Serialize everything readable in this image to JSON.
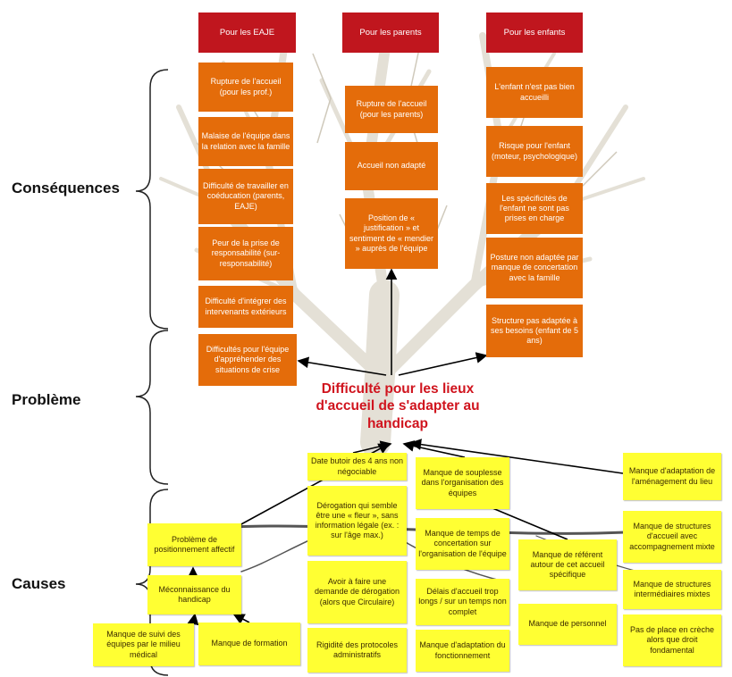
{
  "labels": {
    "consequences": "Conséquences",
    "probleme": "Problème",
    "causes": "Causes"
  },
  "problem": "Difficulté pour les lieux d'accueil de s'adapter au handicap",
  "headers": [
    "Pour les EAJE",
    "Pour les parents",
    "Pour les enfants"
  ],
  "consequences": {
    "eaje": [
      "Rupture de l'accueil (pour les prof.)",
      "Malaise de l'équipe dans la relation avec la famille",
      "Difficulté de travailler en coéducation (parents, EAJE)",
      "Peur de la prise de responsabilité (sur-responsabilité)",
      "Difficulté d'intégrer des intervenants extérieurs",
      "Difficultés pour l'équipe d'appréhender des situations de crise"
    ],
    "parents": [
      "Rupture de l'accueil (pour les parents)",
      "Accueil non adapté",
      "Position de « justification » et sentiment de « mendier » auprès de l'équipe"
    ],
    "enfants": [
      "L'enfant n'est pas bien accueilli",
      "Risque pour l'enfant (moteur, psychologique)",
      "Les spécificités de l'enfant ne sont pas prises en charge",
      "Posture non adaptée par manque de concertation avec la famille",
      "Structure pas adaptée à ses besoins (enfant de 5 ans)"
    ]
  },
  "causes": {
    "left": [
      "Problème de positionnement affectif",
      "Méconnaissance du handicap",
      "Manque de suivi des équipes par le milieu médical",
      "Manque de formation"
    ],
    "center1": [
      "Date butoir des 4 ans non négociable",
      "Dérogation qui semble être une « fleur », sans information légale (ex. : sur l'âge max.)",
      "Avoir à faire une demande de dérogation (alors que Circulaire)",
      "Rigidité des protocoles administratifs"
    ],
    "center2": [
      "Manque de souplesse dans l'organisation des équipes",
      "Manque de temps de concertation sur l'organisation de l'équipe",
      "Délais d'accueil trop longs / sur un temps non complet",
      "Manque d'adaptation du fonctionnement"
    ],
    "center3": [
      "Manque de référent autour de cet accueil spécifique",
      "Manque de personnel"
    ],
    "right": [
      "Manque d'adaptation de l'aménagement du lieu",
      "Manque de structures d'accueil avec accompagnement mixte",
      "Manque de structures intermédiaires mixtes",
      "Pas de place en crèche alors que droit fondamental"
    ]
  }
}
